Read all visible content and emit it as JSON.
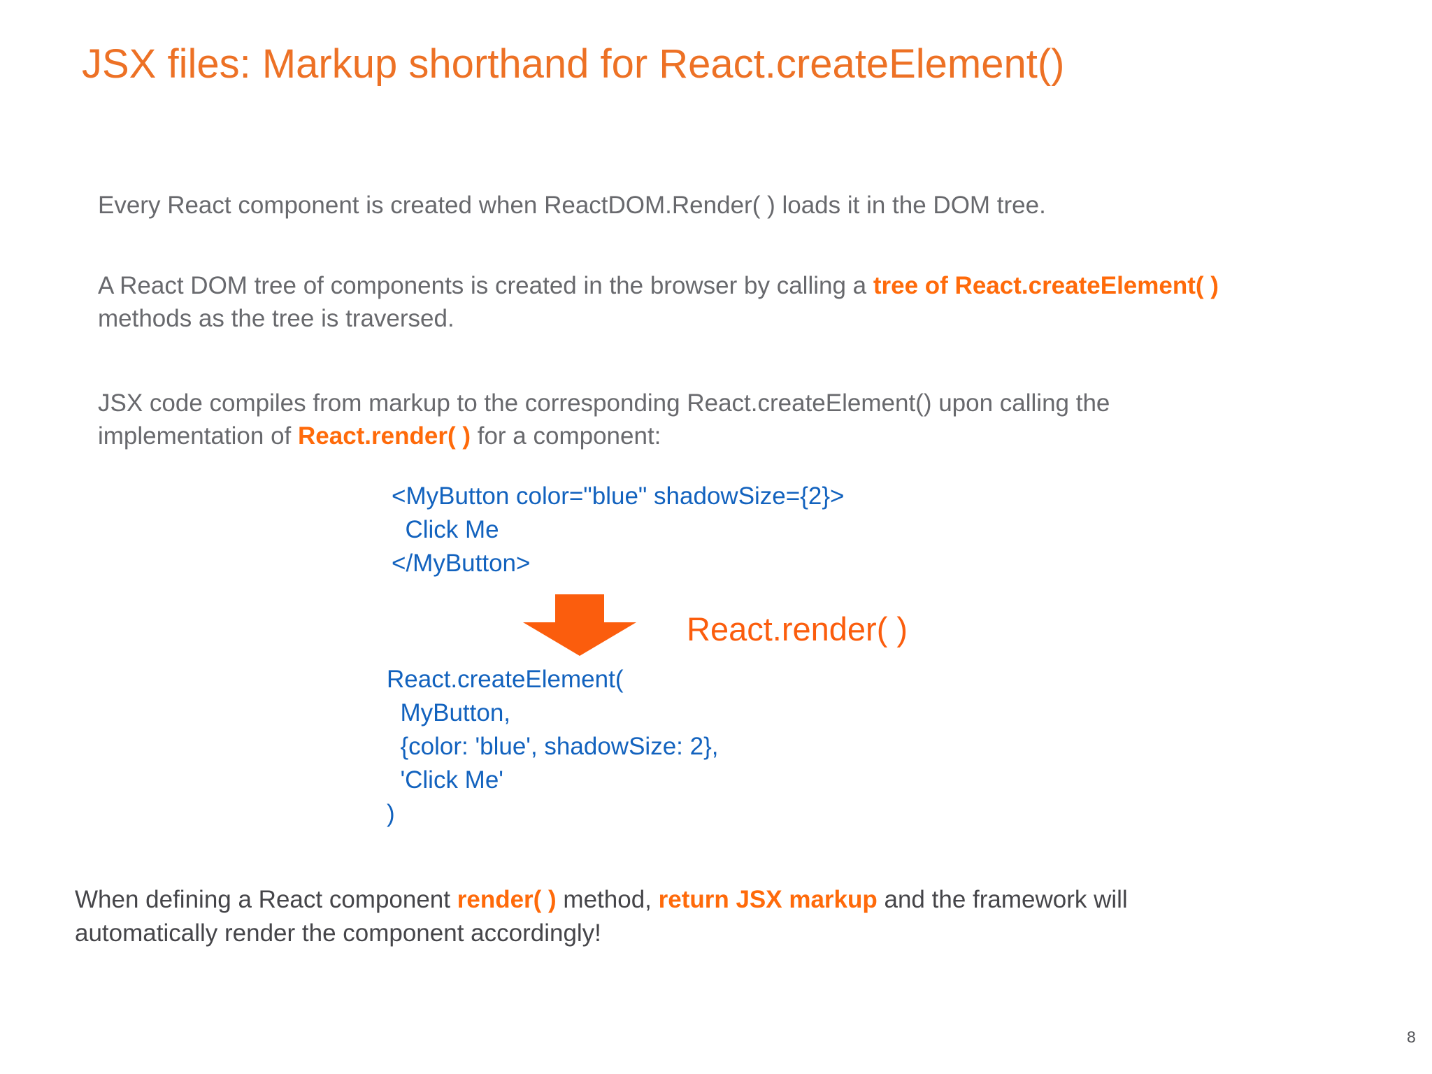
{
  "colors": {
    "background": "#FFFFFF",
    "title_orange": "#ED7125",
    "em_orange": "#FF6A0A",
    "arrow_orange": "#FB5D0D",
    "code_blue": "#1262BE",
    "body_gray": "#68696D",
    "dark_gray": "#454549",
    "page_gray": "#55565A"
  },
  "slide": {
    "title": "JSX files: Markup shorthand for React.createElement()",
    "page_number": "8",
    "para1": "Every React component is created when ReactDOM.Render( ) loads it in the DOM tree.",
    "para2": {
      "seg1": "A React DOM tree of components is created in the browser by calling a ",
      "em": "tree of React.createElement( )",
      "seg2": "methods as the tree is traversed."
    },
    "para3": {
      "line1": "JSX code compiles from markup to the corresponding React.createElement() upon calling the",
      "seg1": "implementation of ",
      "em": "React.render( )",
      "seg2": " for a component:"
    },
    "jsx_code": {
      "line1": "<MyButton color=\"blue\" shadowSize={2}>",
      "line2": "  Click Me",
      "line3": "</MyButton>"
    },
    "render_label": "React.render( )",
    "created_code": {
      "line1": "React.createElement(",
      "line2": "  MyButton,",
      "line3": "  {color: 'blue', shadowSize: 2},",
      "line4": "  'Click Me'",
      "line5": ")"
    },
    "closing": {
      "seg1": "When defining a React component ",
      "em1": "render( )",
      "seg2": " method, ",
      "em2": "return JSX markup",
      "seg3": " and the framework will",
      "line2": "automatically render the component accordingly!"
    }
  }
}
